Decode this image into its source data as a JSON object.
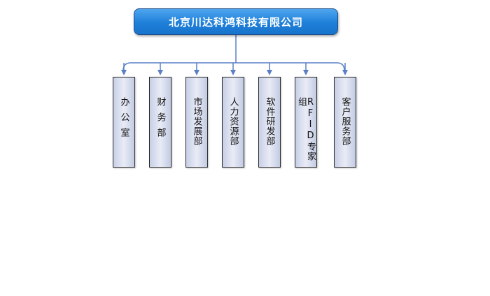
{
  "root": {
    "label": "北京川达科鸿科技有限公司"
  },
  "departments": [
    {
      "label": "办公室"
    },
    {
      "label": "财务部"
    },
    {
      "label": "市场发展部"
    },
    {
      "label": "人力资源部"
    },
    {
      "label": "软件研发部"
    },
    {
      "label": "RFID专家组"
    },
    {
      "label": "客户服务部"
    }
  ],
  "colors": {
    "root_fill": "#1e7fd9",
    "root_border": "#1f4e8c",
    "connector": "#5a7fc7",
    "dept_fill": "#dde2f1",
    "dept_border": "#2b2b2b"
  }
}
